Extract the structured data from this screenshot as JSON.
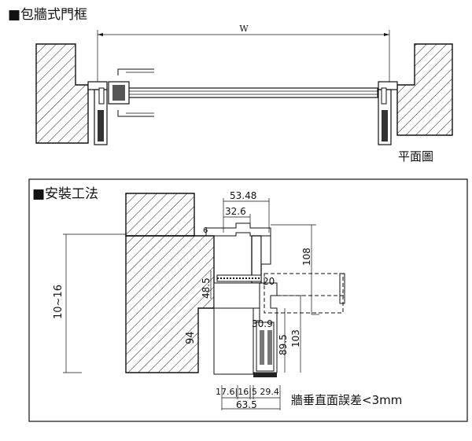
{
  "top_section": {
    "title": "■包牆式門框",
    "width_label": "W",
    "view_label": "平面圖"
  },
  "install_section": {
    "title": "■安裝工法",
    "dims": {
      "d_53_48": "53.48",
      "d_32_6": "32.6",
      "d_6": "6",
      "d_108": "108",
      "d_20": "20",
      "d_48_5": "48.5",
      "d_30_9": "30.9",
      "d_89_5": "89.5",
      "d_103": "103",
      "d_94": "94",
      "d_10_16": "10~16",
      "d_bottom_row": "17.6|16|5 29.4",
      "d_63_5": "63.5"
    },
    "note": "牆垂直面誤差<3mm"
  }
}
